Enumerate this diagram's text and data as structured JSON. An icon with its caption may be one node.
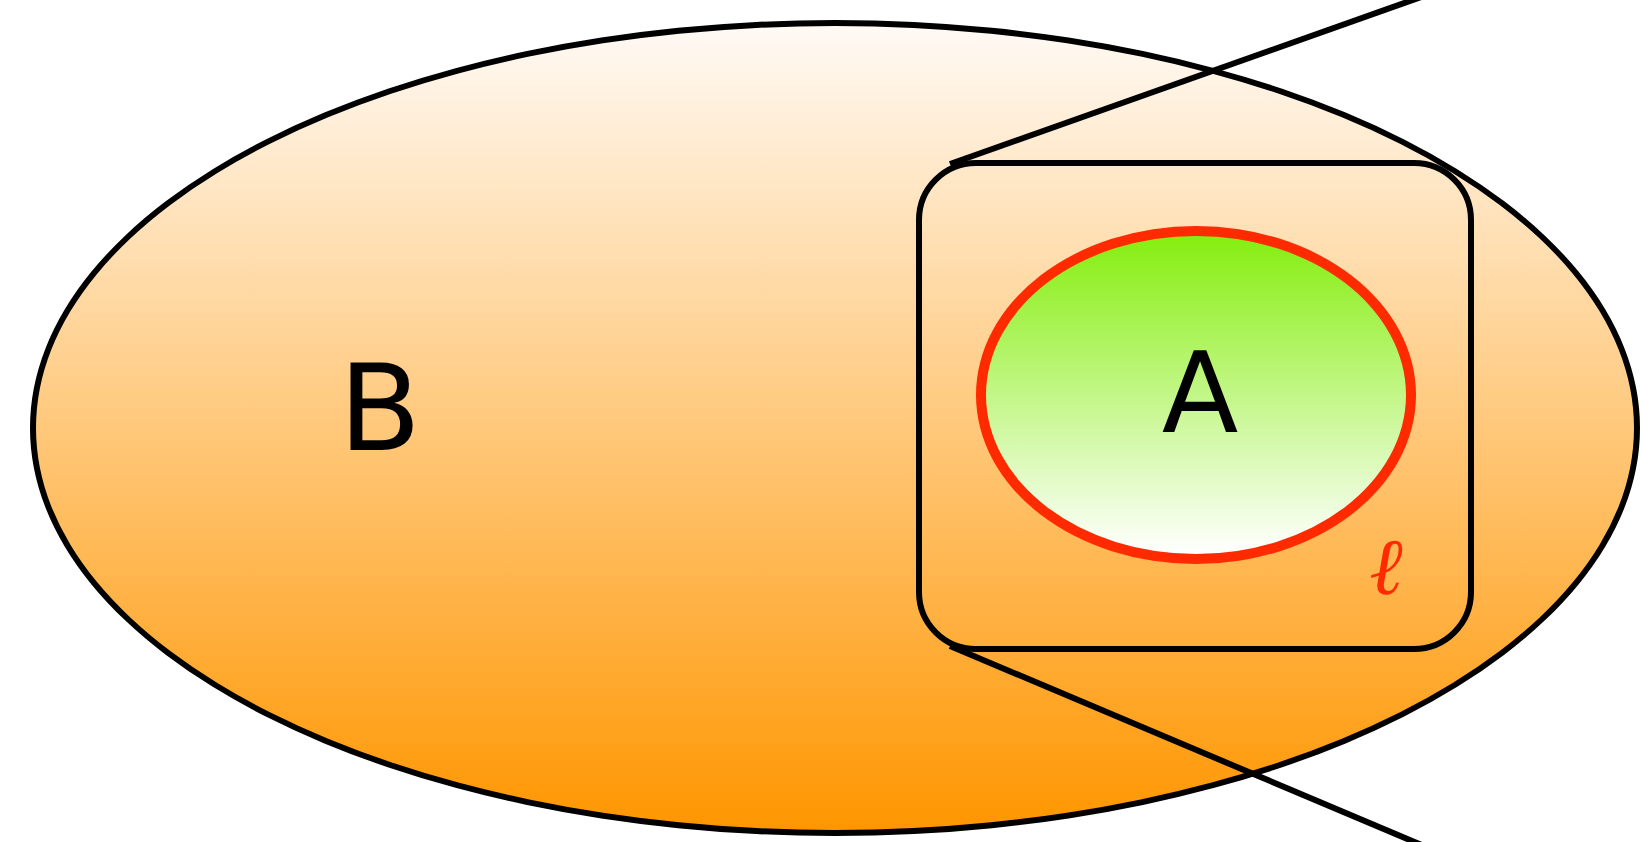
{
  "diagram": {
    "nodes": [
      {
        "text": [
          "B"
        ]
      },
      {
        "text": [],
        "shape": "box",
        "in": 0
      },
      {
        "text": [
          "A"
        ],
        "in": 1,
        "beside": [
          "ℓ"
        ]
      }
    ],
    "edges": [
      {
        "from": 1,
        "to": null,
        "arrow": "none"
      },
      {
        "from": 1,
        "to": null,
        "arrow": "none"
      }
    ]
  }
}
